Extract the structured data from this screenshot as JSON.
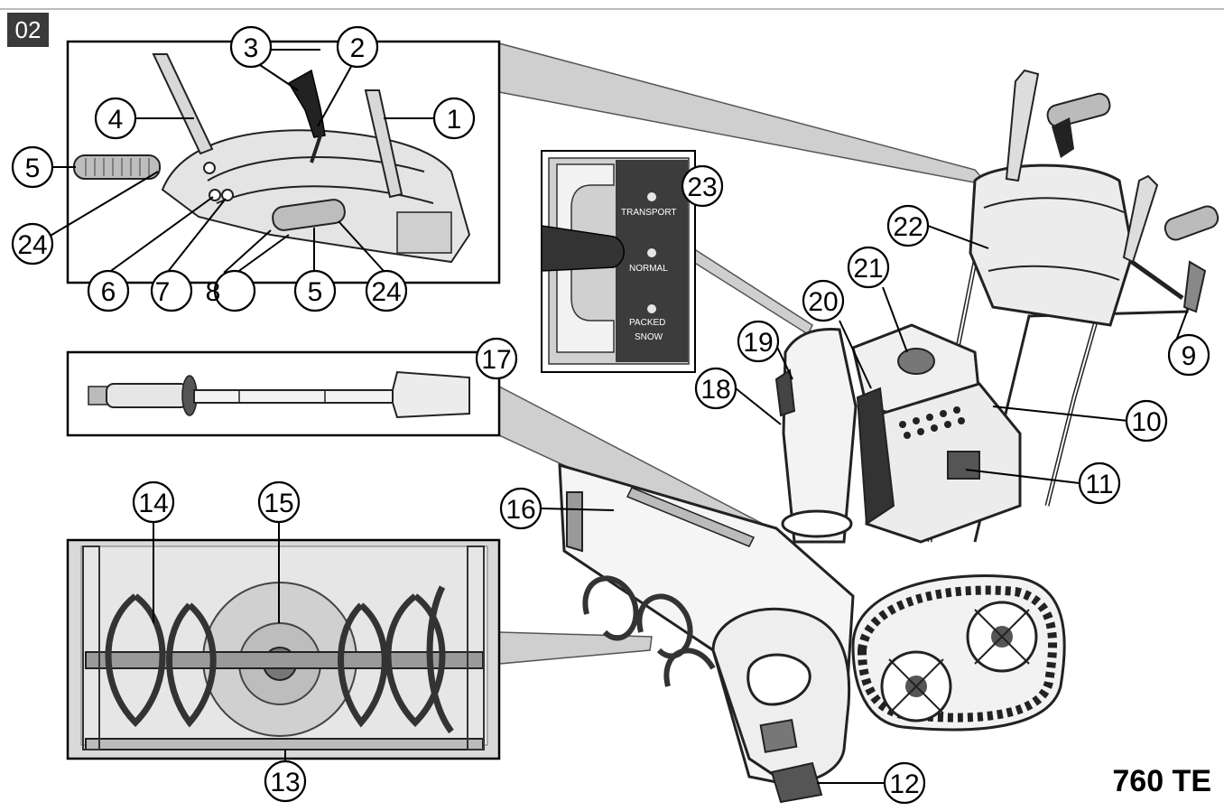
{
  "figure": {
    "number": "02",
    "model": "760 TE"
  },
  "callouts": [
    "1",
    "2",
    "3",
    "4",
    "5",
    "24",
    "6",
    "7",
    "8",
    "5",
    "24",
    "17",
    "14",
    "15",
    "13",
    "16",
    "18",
    "19",
    "20",
    "21",
    "22",
    "23",
    "9",
    "10",
    "11",
    "12"
  ],
  "selector_panel": {
    "labels": [
      "TRANSPORT",
      "NORMAL",
      "PACKED",
      "SNOW"
    ]
  }
}
